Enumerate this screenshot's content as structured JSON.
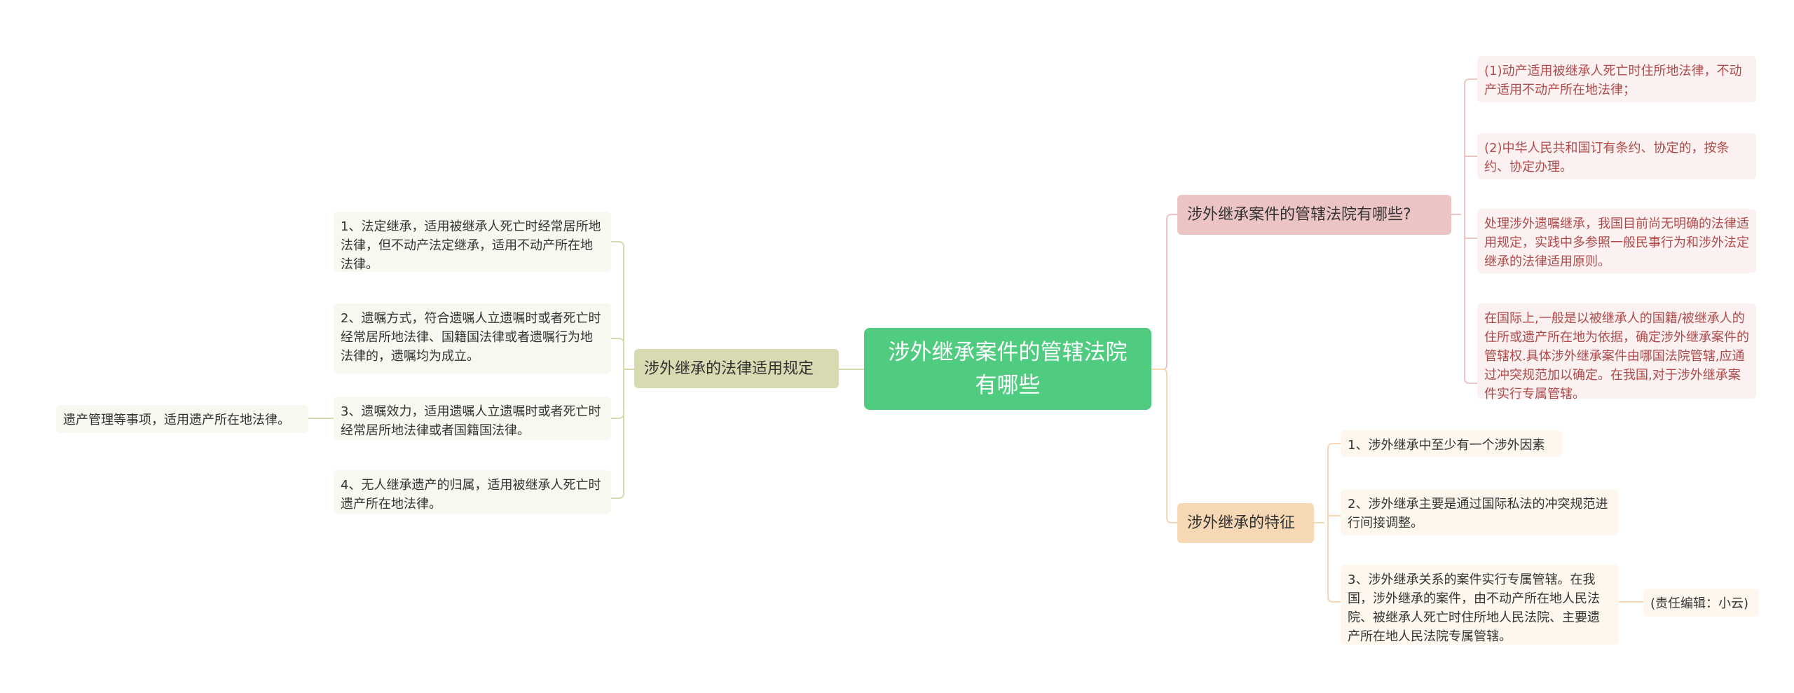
{
  "root": {
    "text": "涉外继承案件的管辖法院有哪些"
  },
  "left_branch": {
    "label": "涉外继承的法律适用规定",
    "items": [
      "1、法定继承，适用被继承人死亡时经常居所地法律，但不动产法定继承，适用不动产所在地法律。",
      "2、遗嘱方式，符合遗嘱人立遗嘱时或者死亡时经常居所地法律、国籍国法律或者遗嘱行为地法律的，遗嘱均为成立。",
      "3、遗嘱效力，适用遗嘱人立遗嘱时或者死亡时经常居所地法律或者国籍国法律。",
      "4、无人继承遗产的归属，适用被继承人死亡时遗产所在地法律。"
    ],
    "sub_item": "遗产管理等事项，适用遗产所在地法律。"
  },
  "right_branch_1": {
    "label": "涉外继承案件的管辖法院有哪些?",
    "items": [
      "(1)动产适用被继承人死亡时住所地法律，不动产适用不动产所在地法律；",
      "(2)中华人民共和国订有条约、协定的，按条约、协定办理。",
      "处理涉外遗嘱继承，我国目前尚无明确的法律适用规定，实践中多参照一般民事行为和涉外法定继承的法律适用原则。",
      "在国际上,一般是以被继承人的国籍/被继承人的住所或遗产所在地为依据，确定涉外继承案件的管辖权.具体涉外继承案件由哪国法院管辖,应通过冲突规范加以确定。在我国,对于涉外继承案件实行专属管辖。"
    ]
  },
  "right_branch_2": {
    "label": "涉外继承的特征",
    "items": [
      "1、涉外继承中至少有一个涉外因素",
      "2、涉外继承主要是通过国际私法的冲突规范进行间接调整。",
      "3、涉外继承关系的案件实行专属管辖。在我国，涉外继承的案件，由不动产所在地人民法院、被继承人死亡时住所地人民法院、主要遗产所在地人民法院专属管辖。"
    ],
    "sub_item": "(责任编辑：小云)"
  },
  "colors": {
    "root": "#4fcc80",
    "left_branch": "#d8dab2",
    "right_branch_1": "#ecc4c4",
    "right_branch_2": "#f6d8b4",
    "red_text": "#b04a4a"
  }
}
